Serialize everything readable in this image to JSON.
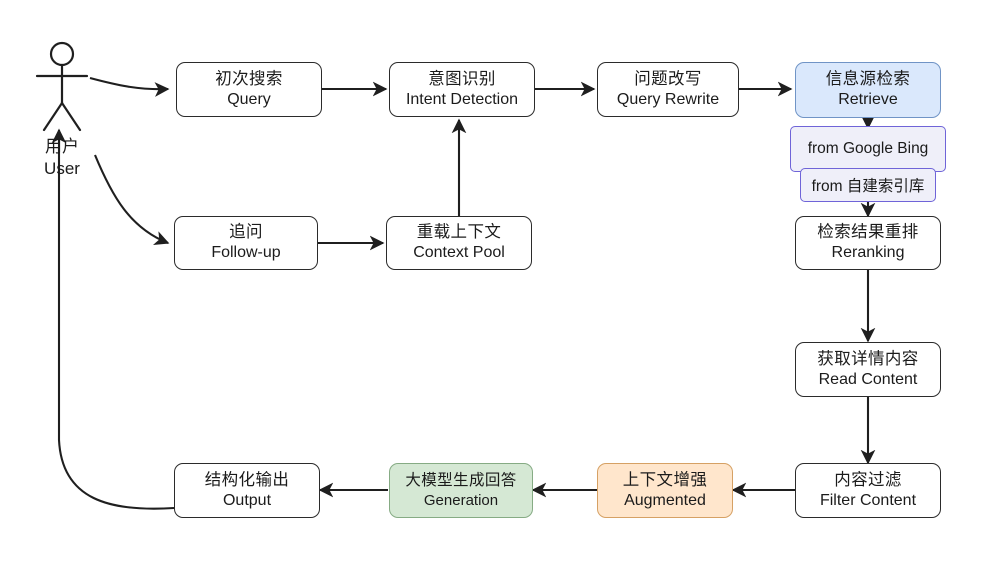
{
  "diagram": {
    "title": "RAG Search Pipeline Flowchart",
    "actor": {
      "name": "user-actor",
      "label_cn": "用户",
      "label_en": "User"
    },
    "colors": {
      "blue_fill": "#dae8fc",
      "blue_stroke": "#7094c6",
      "green_fill": "#d5e8d4",
      "green_stroke": "#86ab84",
      "orange_fill": "#ffe6cc",
      "orange_stroke": "#d6a164",
      "purple_fill": "#efeff9",
      "purple_stroke": "#6f64d8",
      "default_stroke": "#2b2b2b",
      "edge_stroke": "#1f1f1f",
      "background": "#ffffff"
    },
    "nodes": [
      {
        "id": "query",
        "cn": "初次搜索",
        "en": "Query",
        "style": "plain"
      },
      {
        "id": "intent",
        "cn": "意图识别",
        "en": "Intent Detection",
        "style": "plain"
      },
      {
        "id": "rewrite",
        "cn": "问题改写",
        "en": "Query Rewrite",
        "style": "plain"
      },
      {
        "id": "retrieve",
        "cn": "信息源检索",
        "en": "Retrieve",
        "style": "blue"
      },
      {
        "id": "followup",
        "cn": "追问",
        "en": "Follow-up",
        "style": "plain"
      },
      {
        "id": "contextpool",
        "cn": "重载上下文",
        "en": "Context Pool",
        "style": "plain"
      },
      {
        "id": "reranking",
        "cn": "检索结果重排",
        "en": "Reranking",
        "style": "plain"
      },
      {
        "id": "readcontent",
        "cn": "获取详情内容",
        "en": "Read Content",
        "style": "plain"
      },
      {
        "id": "filter",
        "cn": "内容过滤",
        "en": "Filter Content",
        "style": "plain"
      },
      {
        "id": "augmented",
        "cn": "上下文增强",
        "en": "Augmented",
        "style": "orange"
      },
      {
        "id": "generation",
        "cn": "大模型生成回答",
        "en": "Generation",
        "style": "green"
      },
      {
        "id": "output",
        "cn": "结构化输出",
        "en": "Output",
        "style": "plain"
      }
    ],
    "subnodes": [
      {
        "id": "source-google-bing",
        "label": "from Google Bing"
      },
      {
        "id": "source-self-index",
        "label": "from 自建索引库"
      }
    ],
    "edges": [
      {
        "from": "user",
        "to": "query"
      },
      {
        "from": "query",
        "to": "intent"
      },
      {
        "from": "intent",
        "to": "rewrite"
      },
      {
        "from": "rewrite",
        "to": "retrieve"
      },
      {
        "from": "user",
        "to": "followup"
      },
      {
        "from": "followup",
        "to": "contextpool"
      },
      {
        "from": "contextpool",
        "to": "intent"
      },
      {
        "from": "retrieve",
        "to": "reranking"
      },
      {
        "from": "reranking",
        "to": "readcontent"
      },
      {
        "from": "readcontent",
        "to": "filter"
      },
      {
        "from": "filter",
        "to": "augmented"
      },
      {
        "from": "augmented",
        "to": "generation"
      },
      {
        "from": "generation",
        "to": "output"
      },
      {
        "from": "output",
        "to": "user"
      }
    ]
  }
}
